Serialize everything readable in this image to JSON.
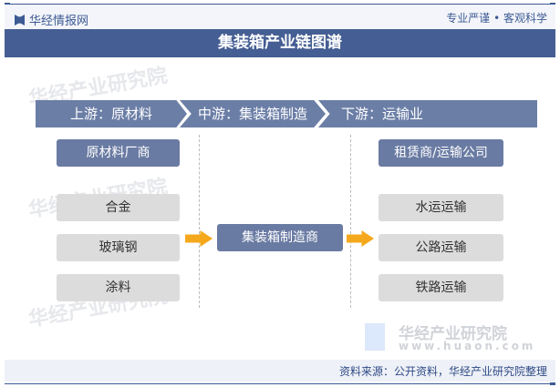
{
  "header": {
    "logo_text": "华经情报网",
    "slogan": "专业严谨 • 客观科学"
  },
  "title": "集装箱产业链图谱",
  "watermark": {
    "cn": "华经产业研究院",
    "url": "www.huaon.com"
  },
  "stages": [
    {
      "label": "上游：原材料"
    },
    {
      "label": "中游：集装箱制造"
    },
    {
      "label": "下游：运输业"
    }
  ],
  "upstream": {
    "heading": "原材料厂商",
    "items": [
      "合金",
      "玻璃钢",
      "涂料"
    ]
  },
  "midstream": {
    "item": "集装箱制造商"
  },
  "downstream": {
    "heading": "租赁商/运输公司",
    "items": [
      "水运运输",
      "公路运输",
      "铁路运输"
    ]
  },
  "footer": {
    "source": "资料来源：公开资料，华经产业研究院整理"
  },
  "colors": {
    "brand": "#455e93",
    "arrow": "#f5a81c"
  }
}
